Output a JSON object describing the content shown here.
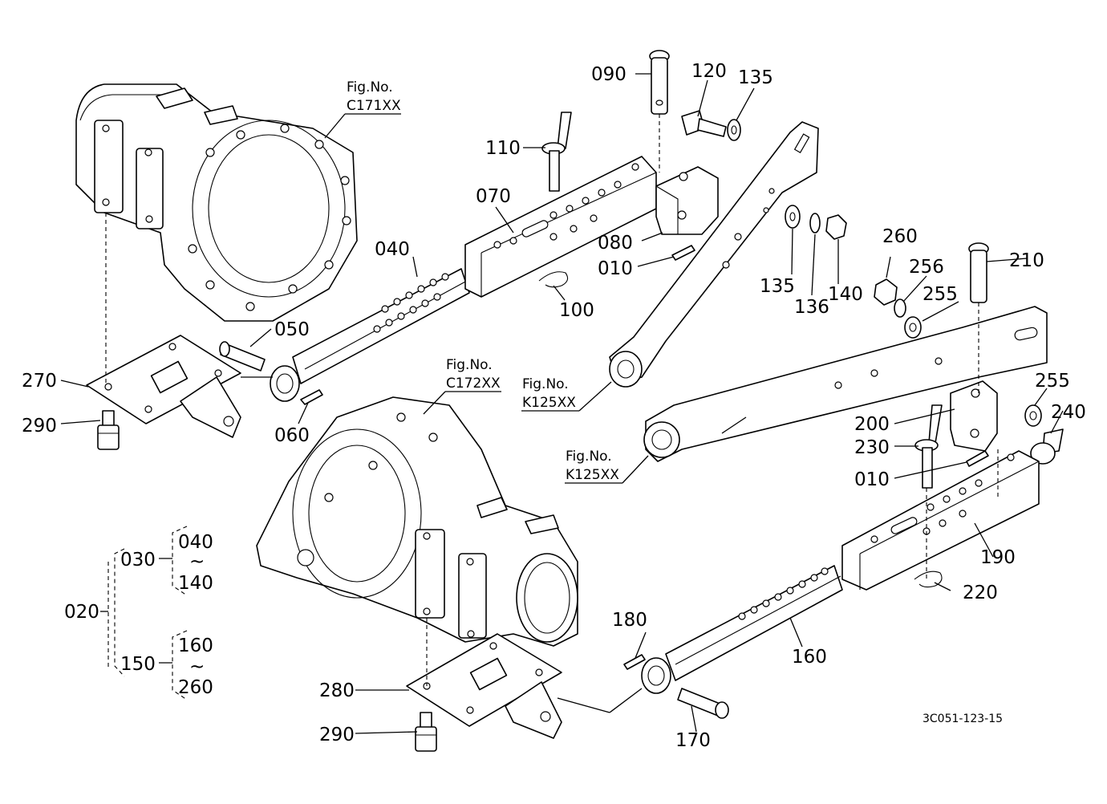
{
  "labels": {
    "p010a": "010",
    "p010b": "010",
    "p020": "020",
    "p030": "030",
    "p040a": "040",
    "p040b": "040",
    "p050": "050",
    "p060": "060",
    "p070": "070",
    "p080": "080",
    "p090": "090",
    "p100": "100",
    "p110": "110",
    "p120": "120",
    "p135a": "135",
    "p135b": "135",
    "p136": "136",
    "p140a": "140",
    "p140b": "140",
    "p150": "150",
    "p160a": "160",
    "p160b": "160",
    "p170": "170",
    "p180": "180",
    "p190": "190",
    "p200": "200",
    "p210": "210",
    "p220": "220",
    "p230": "230",
    "p240": "240",
    "p255a": "255",
    "p255b": "255",
    "p256": "256",
    "p260a": "260",
    "p260b": "260",
    "p270": "270",
    "p280": "280",
    "p290a": "290",
    "p290b": "290",
    "tilde": "~"
  },
  "figrefs": {
    "c171_a": "Fig.No.",
    "c171_b": "C171XX",
    "c172_a": "Fig.No.",
    "c172_b": "C172XX",
    "k125a_a": "Fig.No.",
    "k125a_b": "K125XX",
    "k125b_a": "Fig.No.",
    "k125b_b": "K125XX"
  },
  "drawing_code": "3C051-123-15"
}
